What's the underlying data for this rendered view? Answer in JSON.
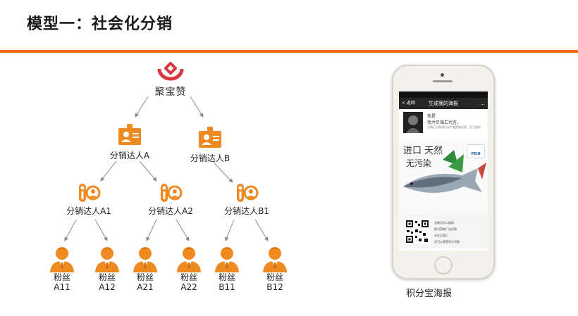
{
  "slide": {
    "title": "模型一：社会化分销",
    "accent": "#ee6b18"
  },
  "diagram": {
    "root": {
      "name": "聚宝赞"
    },
    "level1": [
      {
        "label": "分销达人A"
      },
      {
        "label": "分销达人B"
      }
    ],
    "level2": [
      {
        "label": "分销达人A1"
      },
      {
        "label": "分销达人A2"
      },
      {
        "label": "分销达人B1"
      }
    ],
    "fans": [
      {
        "line1": "粉丝",
        "line2": "A11"
      },
      {
        "line1": "粉丝",
        "line2": "A12"
      },
      {
        "line1": "粉丝",
        "line2": "A21"
      },
      {
        "line1": "粉丝",
        "line2": "A22"
      },
      {
        "line1": "粉丝",
        "line2": "B11"
      },
      {
        "line1": "粉丝",
        "line2": "B12"
      }
    ],
    "icons": {
      "root": "jubaozan-logo",
      "distributor": "id-badge-icon",
      "sub_distributor": "info-user-icon",
      "fan": "person-icon"
    },
    "node_color": "#ee8a1f"
  },
  "phone": {
    "nav_back": "< 返回",
    "nav_title": "生成我的海报",
    "nav_more": "...",
    "intro_line1": "我是",
    "intro_line2": "我为贝璃汇代言。",
    "intro_line3": "贝璃汇所有进口水产都是纯天然、无污染的",
    "slogan1": "进口 天然",
    "slogan2": "无污染",
    "brand": "PEIN",
    "qr_lines": [
      "长按识别二维码",
      "即可获取广告优惠",
      "关注贝璃汇",
      "还可以享受积分兑换"
    ],
    "caption": "积分宝海报"
  }
}
